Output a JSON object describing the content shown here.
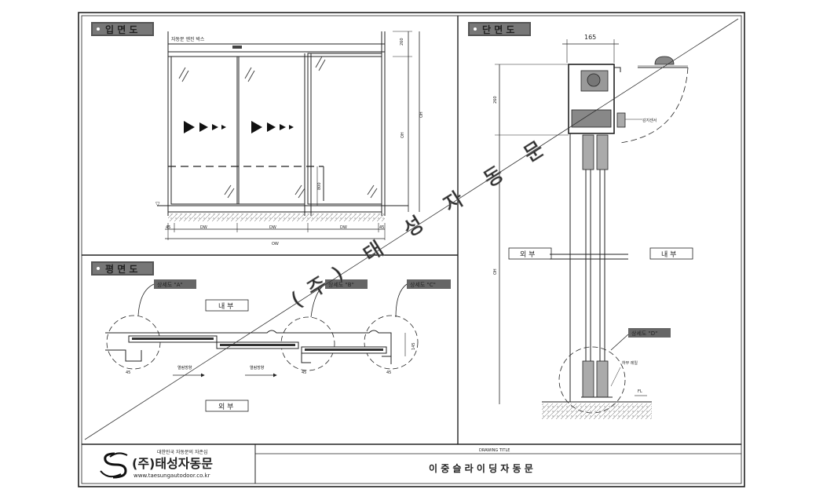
{
  "panels": {
    "elevation_title": "입 면 도",
    "plan_title": "평 면 도",
    "section_title": "단 면 도"
  },
  "elevation": {
    "top_note": "자동문 엔진 박스",
    "dim_top": "260",
    "dim_oh": "OH",
    "dim_oh_inner": "OH",
    "dim_low": "800",
    "dim_45_left": "45",
    "dim_dw_1": "DW",
    "dim_dw_2": "DW",
    "dim_dw_3": "DW",
    "dim_45_right": "45",
    "dim_ow": "OW"
  },
  "plan": {
    "detail_a": "상세도 \"A\"",
    "detail_b": "상세도 \"B\"",
    "detail_c": "상세도 \"C\"",
    "inside": "내 부",
    "outside": "외 부",
    "open_dir_left": "열림방향",
    "open_dir_right": "열림방향",
    "dim_45_a": "45",
    "dim_45_b": "45",
    "dim_45_c": "45",
    "dim_side": "145"
  },
  "section": {
    "dim_width": "165",
    "dim_260": "260",
    "dim_oh": "OH",
    "sensor_label": "감지센서",
    "outside": "외 부",
    "inside": "내 부",
    "detail_d": "상세도 \"D\"",
    "floor_rail": "하부 레일",
    "fl_mark": "FL"
  },
  "watermark": {
    "text": "(주) 태 성 자 동 문"
  },
  "title_block": {
    "company_tagline": "대한민국 자동문의 자존심",
    "company_name": "(주)태성자동문",
    "website": "www.taesungautodoor.co.kr",
    "drawing_title_label": "DRAWING TITLE",
    "drawing_title": "이 중 슬 라 이 딩 자 동 문"
  }
}
